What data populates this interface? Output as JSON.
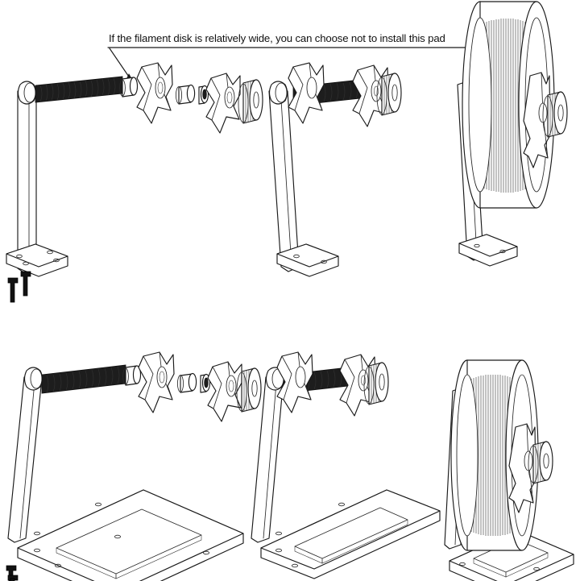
{
  "document": {
    "type": "exploded-assembly-instruction-diagram",
    "subject": "3D printer filament spool holder",
    "background_color": "#ffffff",
    "line_color": "#1a1a1a",
    "panel_rows": 2,
    "panel_columns": 3
  },
  "annotation": {
    "caption": "If the filament disk is relatively wide, you can choose not to install this pad",
    "has_underline": true,
    "has_leader_arrow": true,
    "points_to": "pad-sleeve"
  },
  "parts": {
    "threaded_rod": "threaded rod",
    "pad_sleeve": "pad",
    "spool_holder": "spool holder hub",
    "spacer": "spacer",
    "washer": "washer",
    "knob": "knurled knob",
    "arm": "support arm",
    "foot_bracket": "L bracket foot",
    "base_plate": "flat base plate",
    "screw": "screw",
    "spool": "filament spool"
  },
  "panels": [
    {
      "id": "top-left",
      "name": "exploded-view-bracket-stand",
      "stand_type": "L bracket foot",
      "state": "exploded",
      "has_screws": true,
      "has_spool": false
    },
    {
      "id": "top-middle",
      "name": "assembled-view-bracket-stand",
      "stand_type": "L bracket foot",
      "state": "assembled",
      "has_screws": false,
      "has_spool": false
    },
    {
      "id": "top-right",
      "name": "loaded-view-bracket-stand",
      "stand_type": "L bracket foot",
      "state": "spool loaded",
      "has_screws": false,
      "has_spool": true
    },
    {
      "id": "bottom-left",
      "name": "exploded-view-plate-stand",
      "stand_type": "flat base plate",
      "state": "exploded",
      "has_screws": true,
      "has_spool": false
    },
    {
      "id": "bottom-middle",
      "name": "assembled-view-plate-stand",
      "stand_type": "flat base plate",
      "state": "assembled",
      "has_screws": false,
      "has_spool": false
    },
    {
      "id": "bottom-right",
      "name": "loaded-view-plate-stand",
      "stand_type": "flat base plate",
      "state": "spool loaded",
      "has_screws": false,
      "has_spool": true
    }
  ]
}
